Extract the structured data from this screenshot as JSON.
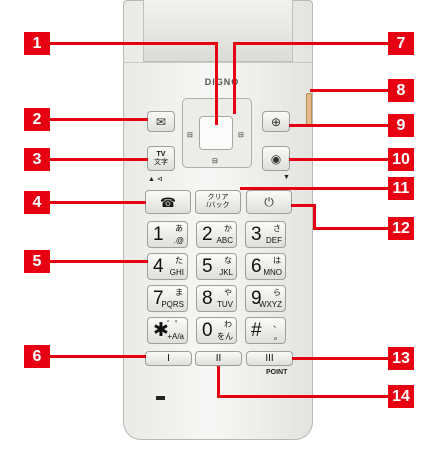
{
  "phone": {
    "brand": "DIGNO",
    "keys": {
      "mail": "✉",
      "tv_line1": "TV",
      "tv_line2": "文字",
      "tv_sub": "▲ ⊲",
      "browser": "⊕",
      "camera": "◉",
      "camera_sub": "▼",
      "call": "☎",
      "clear_line1": "クリア",
      "clear_line2": "/バック",
      "end": "⏻",
      "memo_icon": "⊟",
      "nav_left_icon": "⊟",
      "nav_right_icon": "⊟",
      "softkey1": "I",
      "softkey2": "II",
      "softkey3": "III",
      "point_label": "POINT"
    },
    "numpad": [
      {
        "digit": "1",
        "kana": "あ",
        "rom": ".@"
      },
      {
        "digit": "2",
        "kana": "か",
        "rom": "ABC"
      },
      {
        "digit": "3",
        "kana": "さ",
        "rom": "DEF"
      },
      {
        "digit": "4",
        "kana": "た",
        "rom": "GHI"
      },
      {
        "digit": "5",
        "kana": "な",
        "rom": "JKL"
      },
      {
        "digit": "6",
        "kana": "は",
        "rom": "MNO"
      },
      {
        "digit": "7",
        "kana": "ま",
        "rom": "PQRS"
      },
      {
        "digit": "8",
        "kana": "や",
        "rom": "TUV"
      },
      {
        "digit": "9",
        "kana": "ら",
        "rom": "WXYZ"
      },
      {
        "digit": "✱",
        "kana": "゛゜",
        "rom": "+A/a"
      },
      {
        "digit": "0",
        "kana": "わ",
        "rom": "をん"
      },
      {
        "digit": "#",
        "kana": "、",
        "rom": "。"
      }
    ]
  },
  "callouts": [
    "1",
    "2",
    "3",
    "4",
    "5",
    "6",
    "7",
    "8",
    "9",
    "10",
    "11",
    "12",
    "13",
    "14"
  ],
  "colors": {
    "callout": "#e60012",
    "body": "#f2f2ef"
  }
}
